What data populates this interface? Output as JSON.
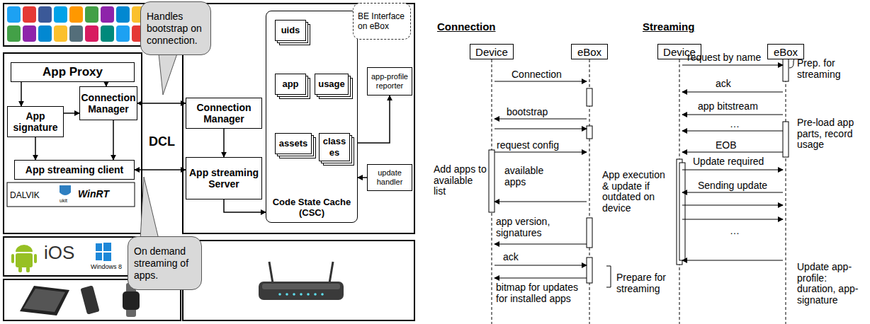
{
  "diagram": {
    "nodes": [
      {
        "text": [
          "App Proxy"
        ]
      },
      {
        "text": [
          "Connection Manager"
        ]
      },
      {
        "text": [
          "App signature"
        ]
      },
      {
        "text": [
          "App streaming client"
        ]
      },
      {
        "text": [
          "Connection Manager"
        ]
      },
      {
        "text": [
          "App streaming Server"
        ]
      },
      {
        "text": [
          "Code State Cache (CSC)"
        ]
      },
      {
        "text": [
          "uids"
        ],
        "in": 6
      },
      {
        "text": [
          "app"
        ],
        "in": 6
      },
      {
        "text": [
          "usage"
        ],
        "in": 6
      },
      {
        "text": [
          "assets"
        ],
        "in": 6
      },
      {
        "text": [
          "classes"
        ],
        "in": 6
      },
      {
        "text": [
          "app-profile reporter"
        ]
      },
      {
        "text": [
          "update handler"
        ]
      },
      {
        "text": [
          "BE Interface on eBox"
        ]
      },
      {
        "text": [
          "Handles bootstrap on connection."
        ]
      },
      {
        "text": [
          "On demand streaming of apps."
        ]
      },
      {
        "text": [
          "Device"
        ]
      },
      {
        "text": [
          "eBox"
        ]
      },
      {
        "text": [
          "Device"
        ]
      },
      {
        "text": [
          "eBox"
        ]
      }
    ],
    "edges": [
      {
        "from": 0,
        "to": 2,
        "arrow": "to"
      },
      {
        "from": 0,
        "to": 1,
        "arrow": "to"
      },
      {
        "from": 2,
        "to": 1,
        "arrow": "to"
      },
      {
        "from": 1,
        "to": 3,
        "arrow": "to"
      },
      {
        "from": 2,
        "to": 3,
        "arrow": "to"
      },
      {
        "from": 1,
        "to": 4,
        "arrow": "both"
      },
      {
        "from": 3,
        "to": 5,
        "arrow": "both"
      },
      {
        "from": 4,
        "to": 5,
        "arrow": "to"
      },
      {
        "from": 5,
        "to": 6,
        "arrow": "to"
      },
      {
        "from": 7,
        "to": 8,
        "arrow": "to"
      },
      {
        "from": 7,
        "to": 9,
        "arrow": "to"
      },
      {
        "from": 8,
        "to": 10,
        "arrow": "to"
      },
      {
        "from": 8,
        "to": 11,
        "arrow": "to"
      },
      {
        "from": 11,
        "to": 12,
        "arrow": "to"
      },
      {
        "from": 13,
        "to": 6,
        "arrow": "to"
      }
    ],
    "labels": [
      "DCL",
      "DALVIK",
      "ukit",
      "WinRT",
      "iOS",
      "Windows 8",
      "Connection",
      "Streaming",
      "Connection",
      "bootstrap",
      "request config",
      "available apps",
      "app version, signatures",
      "ack",
      "bitmap for updates for installed apps",
      "Add apps to available list",
      "App execution & update if outdated on device",
      "Prepare for streaming",
      "request by name",
      "ack",
      "app bitstream",
      "…",
      "EOB",
      "Update required",
      "Sending update",
      "…",
      "Prep. for streaming",
      "Pre-load app parts, record usage",
      "Update app-profile: duration, app-signature"
    ]
  }
}
